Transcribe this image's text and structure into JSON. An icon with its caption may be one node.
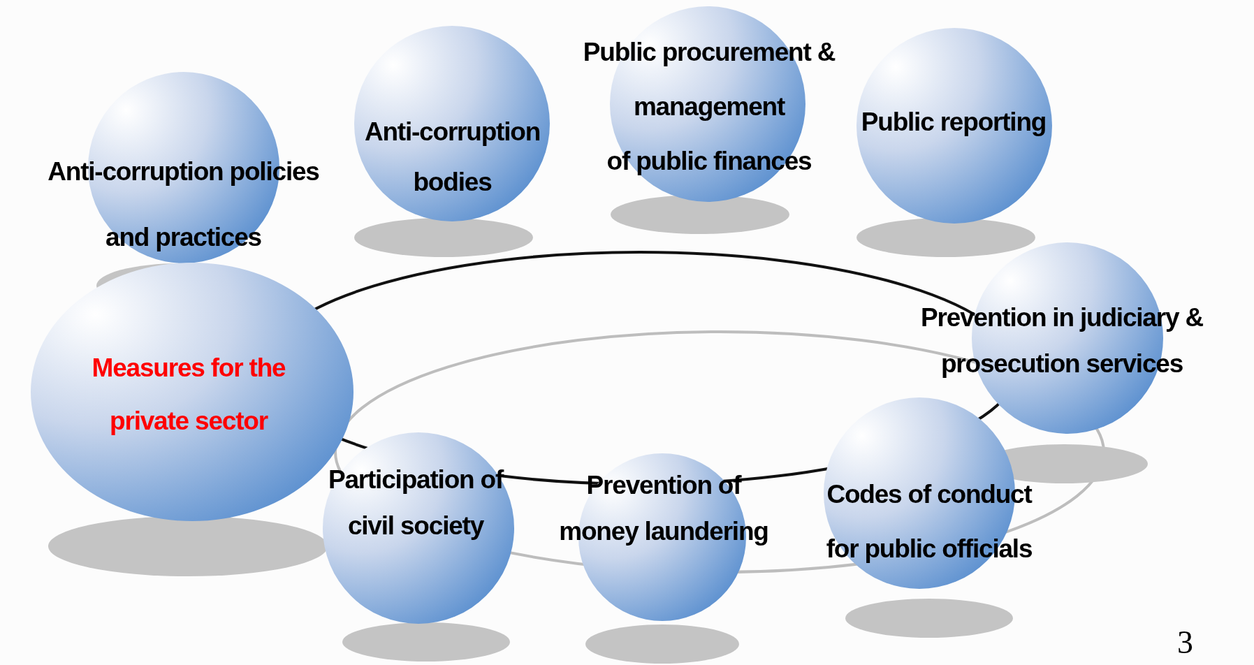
{
  "diagram": {
    "nodes": [
      {
        "text": [
          "Anti-corruption policies and practices"
        ]
      },
      {
        "text": [
          "Anti-corruption bodies"
        ]
      },
      {
        "text": [
          "Public procurement & management",
          "of public finances"
        ]
      },
      {
        "text": [
          "Public reporting"
        ]
      },
      {
        "text": [
          "Prevention in judiciary & prosecution services"
        ]
      },
      {
        "text": [
          "Measures for the private sector"
        ]
      },
      {
        "text": [
          "Participation of civil society"
        ]
      },
      {
        "text": [
          "Prevention of money laundering"
        ]
      },
      {
        "text": [
          "Codes of conduct for public officials"
        ]
      }
    ],
    "labels": [
      "3"
    ]
  }
}
